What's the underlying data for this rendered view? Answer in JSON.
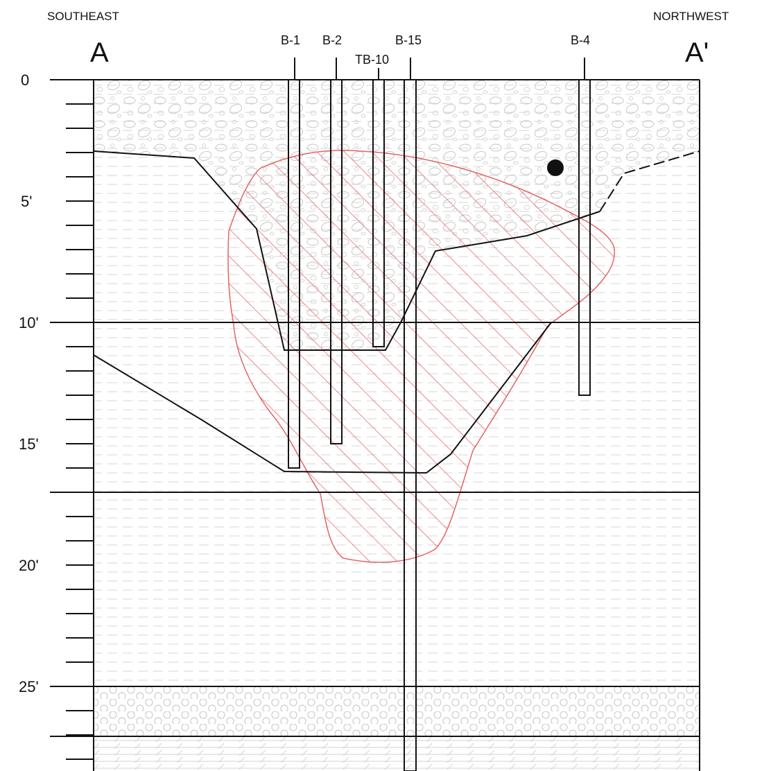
{
  "orientation": {
    "left": "SOUTHEAST",
    "right": "NORTHWEST"
  },
  "section": {
    "start_label": "A",
    "end_label": "A'"
  },
  "depth_axis": {
    "unit": "ft",
    "range": [
      0,
      28
    ],
    "major_ticks": [
      "0",
      "5'",
      "10'",
      "15'",
      "20'",
      "25'"
    ]
  },
  "borings": [
    {
      "id": "B-1",
      "bottom_depth_ft": 16
    },
    {
      "id": "B-2",
      "bottom_depth_ft": 15
    },
    {
      "id": "TB-10",
      "bottom_depth_ft": 11
    },
    {
      "id": "B-15",
      "bottom_depth_ft": 28
    },
    {
      "id": "B-4",
      "bottom_depth_ft": 13
    }
  ],
  "layer_boundaries_ft": [
    10,
    17,
    25,
    27
  ],
  "colors": {
    "line": "#111111",
    "plume": "#e36464",
    "pattern": "#c8c8c8",
    "dashes": "#d4d4d4"
  }
}
